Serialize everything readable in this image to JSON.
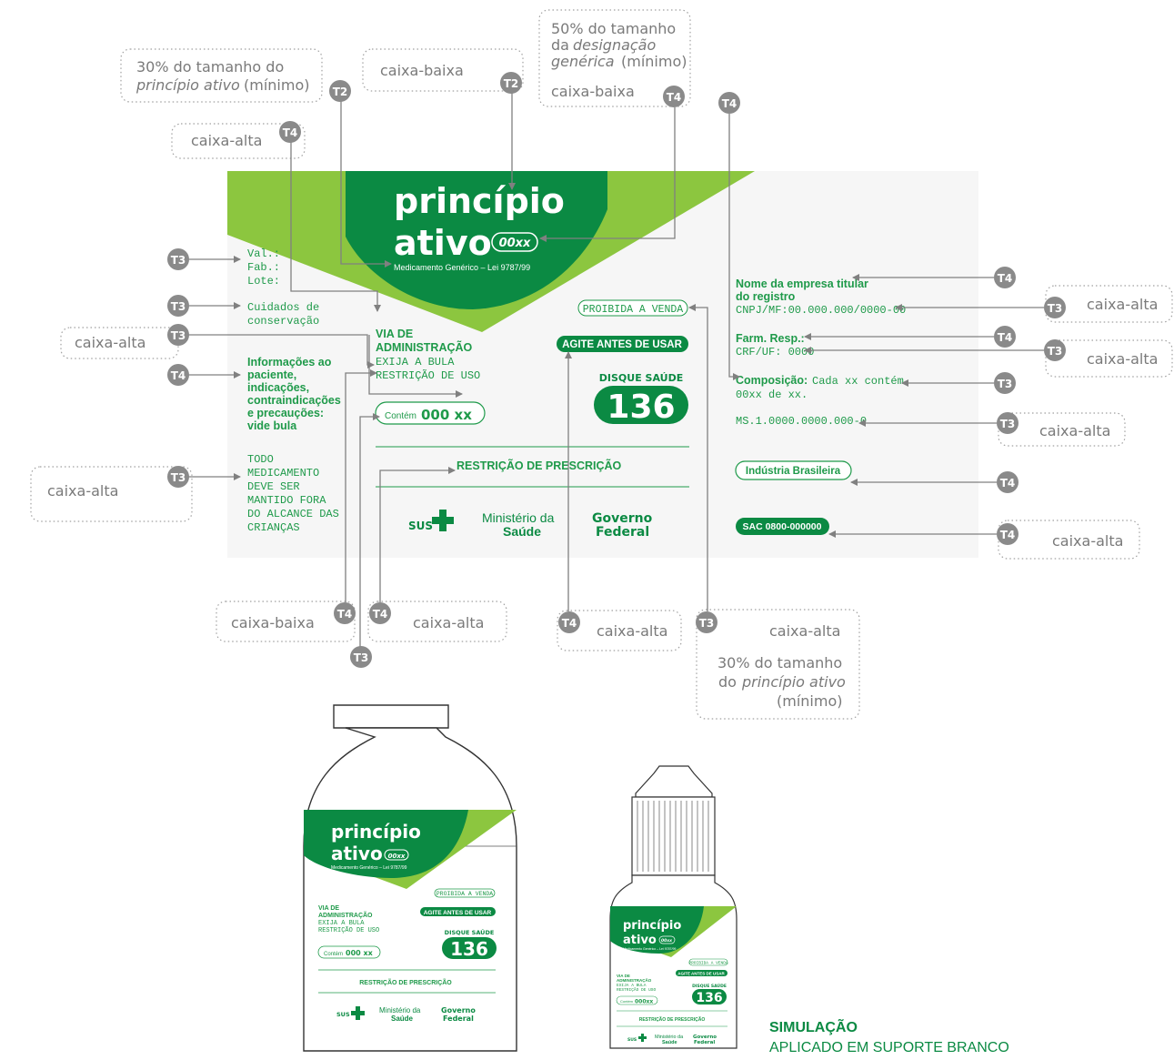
{
  "colors": {
    "dark_green": "#0b8a43",
    "light_green": "#8cc63f",
    "text_green": "#1f9a4a",
    "gray": "#808080",
    "box_border": "#999999"
  },
  "callouts": {
    "c1_line1": "30% do tamanho do",
    "c1_line2": "princípio ativo",
    "c1_line3": "(mínimo)",
    "c2": "caixa-baixa",
    "c3_line1": "50% do tamanho",
    "c3_line2": "da",
    "c3_line3": "designação",
    "c3_line4": "genérica",
    "c3_line5": "(mínimo)",
    "c3_line6": "caixa-baixa",
    "c4": "caixa-alta",
    "c5": "caixa-alta",
    "c6": "caixa-alta",
    "c7": "caixa-alta",
    "c8": "caixa-alta",
    "c9": "caixa-alta",
    "c10": "caixa-alta",
    "c11": "caixa-baixa",
    "c12": "caixa-alta",
    "c13": "caixa-alta",
    "c14_line1": "caixa-alta",
    "c14_line2": "30% do tamanho",
    "c14_line3": "do",
    "c14_line4": "princípio ativo",
    "c14_line5": "(mínimo)"
  },
  "badges": {
    "t2": "T2",
    "t3": "T3",
    "t4": "T4"
  },
  "label": {
    "principio": "princípio",
    "ativo": "ativo",
    "dose": "00xx",
    "generico": "Medicamento Genérico – Lei 9787/99",
    "val": "Val.:",
    "fab": "Fab.:",
    "lote": "Lote:",
    "cuidados_1": "Cuidados de",
    "cuidados_2": "conservação",
    "via_1": "VIA DE",
    "via_2": "ADMINISTRAÇÃO",
    "exija": "EXIJA A BULA",
    "restricao_uso": "RESTRIÇÃO DE USO",
    "info_1": "Informações ao",
    "info_2": "paciente,",
    "info_3": "indicações,",
    "info_4": "contraindicações",
    "info_5": "e precauções:",
    "info_6": "vide bula",
    "contem": "Contém",
    "contem_val": "000 xx",
    "todo_1": "TODO",
    "todo_2": "MEDICAMENTO",
    "todo_3": "DEVE SER",
    "todo_4": "MANTIDO FORA",
    "todo_5": "DO ALCANCE DAS",
    "todo_6": "CRIANÇAS",
    "proibida": "PROIBIDA A VENDA",
    "agite": "AGITE ANTES DE USAR",
    "disque": "DISQUE SAÚDE",
    "disque_num": "136",
    "restricao_prescricao": "RESTRIÇÃO DE PRESCRIÇÃO",
    "sus": "SUS",
    "ministerio_1": "Ministério da",
    "ministerio_2": "Saúde",
    "governo_1": "Governo",
    "governo_2": "Federal",
    "empresa_1": "Nome da empresa titular",
    "empresa_2": "do registro",
    "cnpj": "CNPJ/MF:00.000.000/0000-00",
    "farm": "Farm. Resp.:",
    "crf": "CRF/UF: 0000",
    "composicao_b": "Composição:",
    "composicao_1": "Cada xx contém",
    "composicao_2": "00xx de xx.",
    "ms": "MS.1.0000.0000.000-0",
    "industria": "Indústria Brasileira",
    "sac": "SAC 0800-000000"
  },
  "bottle_large": {
    "principio": "princípio",
    "ativo": "ativo",
    "dose": "00xx",
    "generico": "Medicamento Genérico – Lei 9787/99",
    "proibida": "PROIBIDA A VENDA",
    "agite": "AGITE ANTES DE USAR",
    "via_1": "VIA DE",
    "via_2": "ADMINISTRAÇÃO",
    "exija": "EXIJA A BULA",
    "restricao_uso": "RESTRIÇÃO DE USO",
    "disque": "DISQUE SAÚDE",
    "disque_num": "136",
    "contem": "Contém",
    "contem_val": "000 xx",
    "restricao_prescricao": "RESTRIÇÃO DE PRESCRIÇÃO",
    "sus": "SUS",
    "ministerio_1": "Ministério da",
    "ministerio_2": "Saúde",
    "governo_1": "Governo",
    "governo_2": "Federal"
  },
  "bottle_small": {
    "principio": "princípio",
    "ativo": "ativo",
    "dose": "00xx",
    "generico": "Medicamento Genérico – Lei 9787/99",
    "proibida": "PROIBIDA A VENDA",
    "agite": "AGITE ANTES DE USAR",
    "via_1": "VIA DE",
    "via_2": "ADMINISTRAÇÃO",
    "exija": "EXIJA A BULA",
    "restricao_uso": "RESTRIÇÃO DE USO",
    "disque": "DISQUE SAÚDE",
    "disque_num": "136",
    "contem": "Contém",
    "contem_val": "000xx",
    "restricao_prescricao": "RESTRIÇÃO DE PRESCRIÇÃO",
    "sus": "SUS",
    "ministerio_1": "Ministério da",
    "ministerio_2": "Saúde",
    "governo_1": "Governo",
    "governo_2": "Federal"
  },
  "simulacao": {
    "title": "SIMULAÇÃO",
    "subtitle": "APLICADO EM SUPORTE BRANCO"
  }
}
